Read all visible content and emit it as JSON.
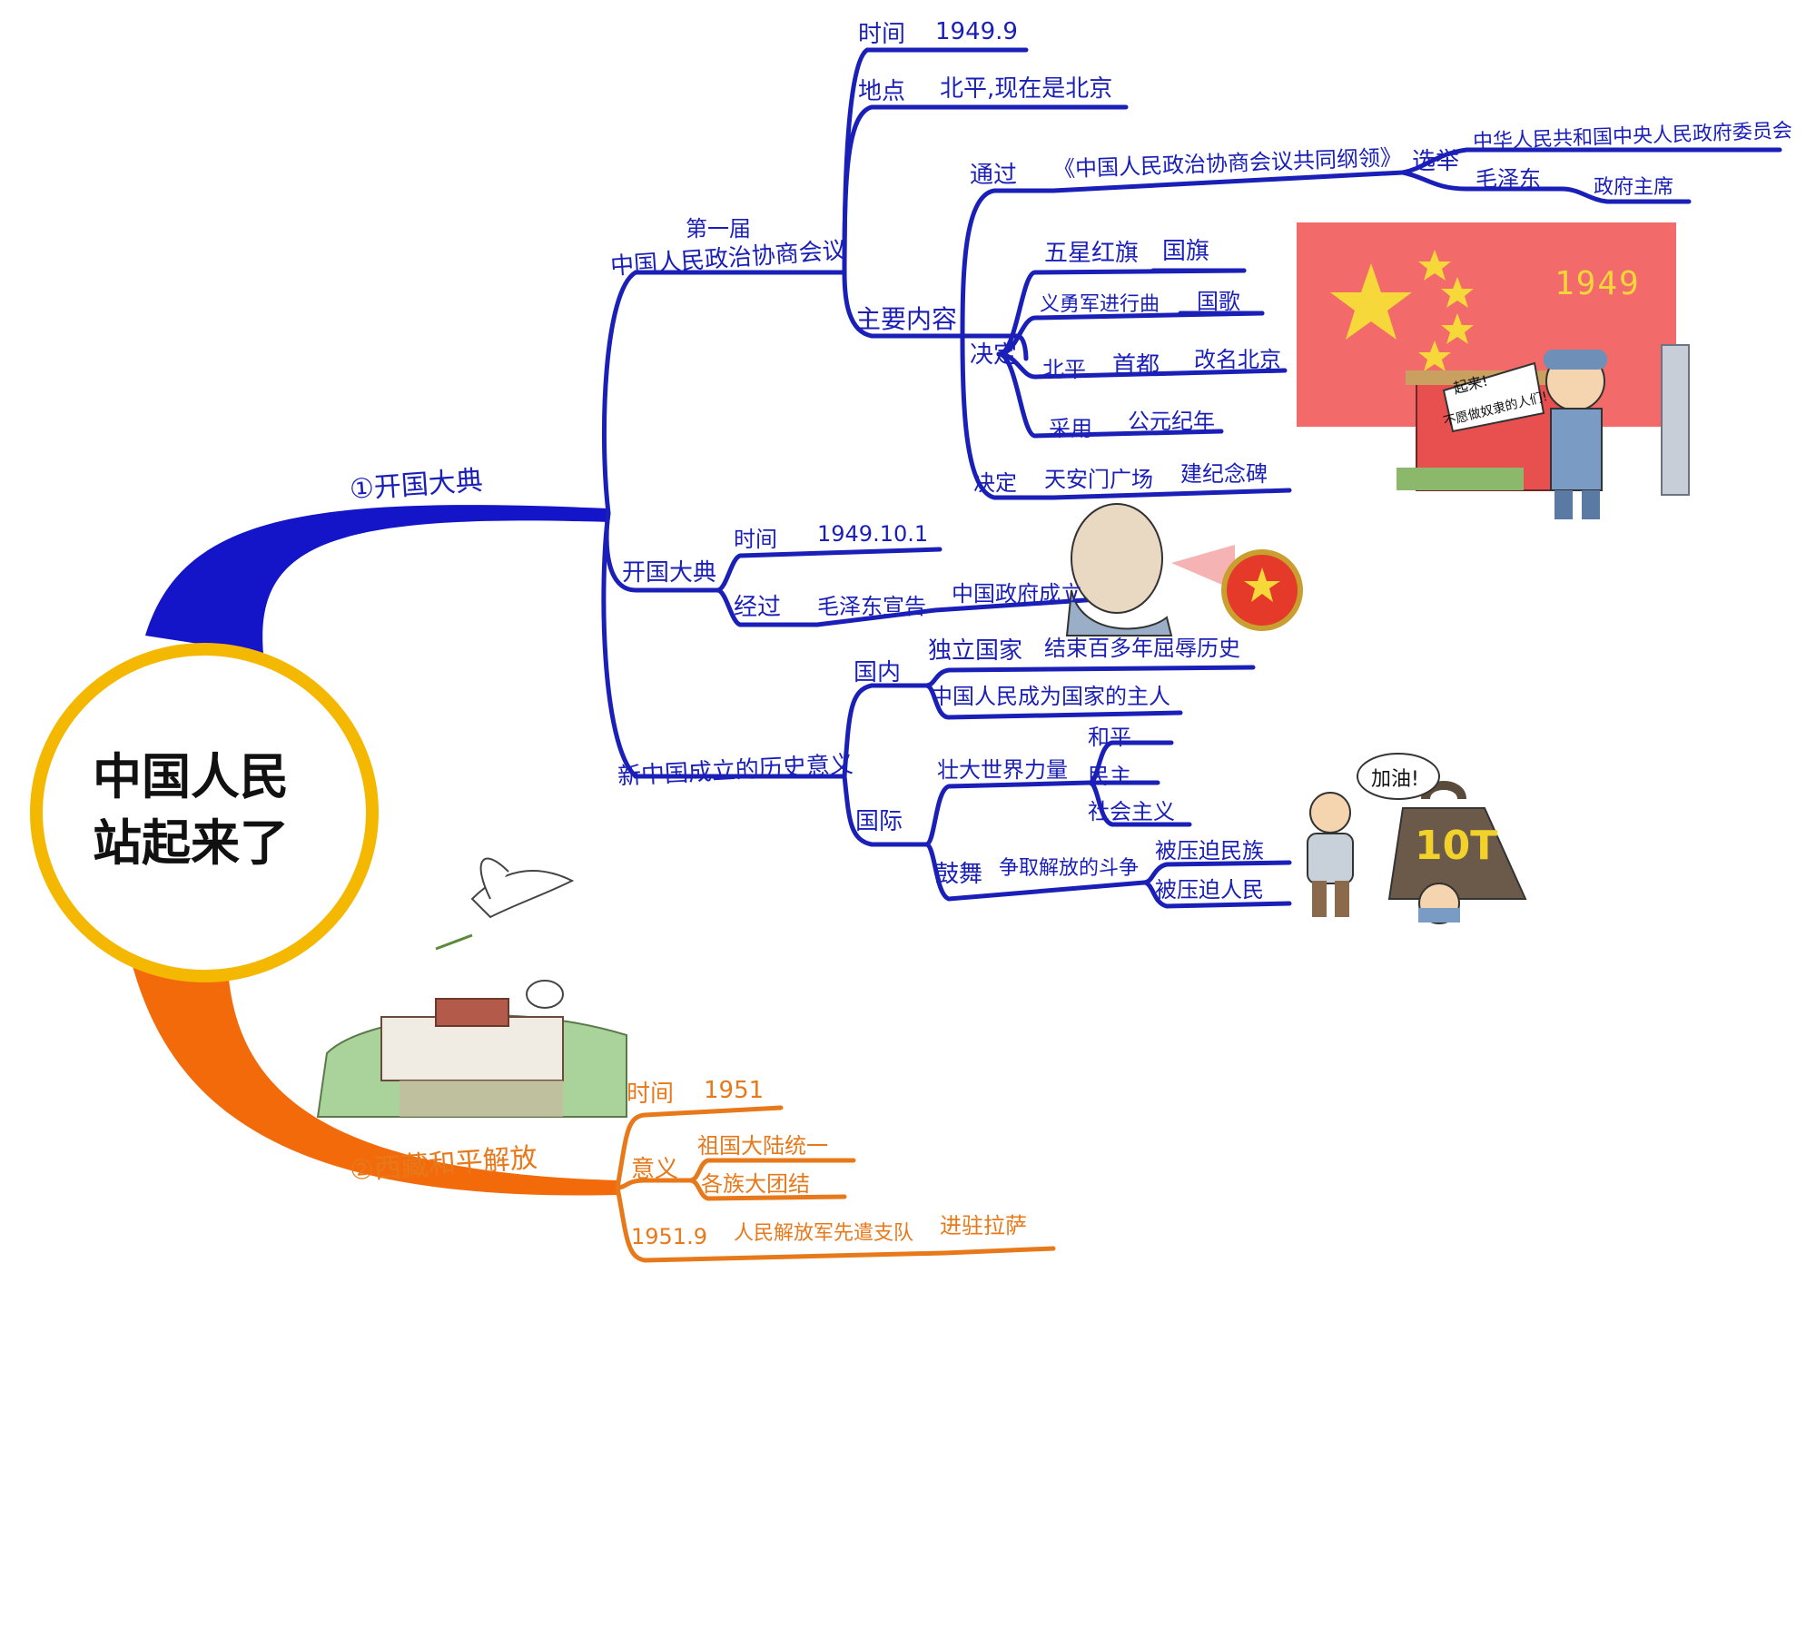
{
  "root": {
    "line1": "中国人民",
    "line2": "站起来了"
  },
  "branch1": {
    "label": "①开国大典",
    "cppcc": {
      "label_line1": "第一届",
      "label_line2": "中国人民政治协商会议",
      "time_key": "时间",
      "time_val": "1949.9",
      "place_key": "地点",
      "place_val": "北平,现在是北京",
      "main_content": "主要内容",
      "pass_key": "通过",
      "pass_val": "《中国人民政治协商会议共同纲领》",
      "elect_key": "选举",
      "elect_a": "中华人民共和国中央人民政府委员会",
      "elect_b": "毛泽东",
      "elect_b2": "政府主席",
      "decide_key": "决定",
      "flag_a": "五星红旗",
      "flag_b": "国旗",
      "anthem_a": "义勇军进行曲",
      "anthem_b": "国歌",
      "capital_a": "北平",
      "capital_b": "首都",
      "capital_c": "改名北京",
      "calendar_a": "采用",
      "calendar_b": "公元纪年",
      "decide2_key": "决定",
      "monument_a": "天安门广场",
      "monument_b": "建纪念碑"
    },
    "ceremony": {
      "label": "开国大典",
      "time_key": "时间",
      "time_val": "1949.10.1",
      "process_key": "经过",
      "process_a": "毛泽东宣告",
      "process_b": "中国政府成立"
    },
    "significance": {
      "label": "新中国成立的历史意义",
      "domestic": "国内",
      "dom_a": "独立国家",
      "dom_a2": "结束百多年屈辱历史",
      "dom_b": "中国人民成为国家的主人",
      "international": "国际",
      "int_a": "壮大世界力量",
      "int_a1": "和平",
      "int_a2": "民主",
      "int_a3": "社会主义",
      "int_b": "鼓舞",
      "int_b2": "争取解放的斗争",
      "int_b3": "被压迫民族",
      "int_b4": "被压迫人民"
    }
  },
  "branch2": {
    "label": "②西藏和平解放",
    "time_key": "时间",
    "time_val": "1951",
    "meaning_key": "意义",
    "meaning_a": "祖国大陆统一",
    "meaning_b": "各族大团结",
    "event_key": "1951.9",
    "event_a": "人民解放军先遣支队",
    "event_b": "进驻拉萨"
  },
  "illustrations": {
    "flag_year": "1949",
    "banner_line1": "起来!",
    "banner_line2": "不愿做奴隶的人们!",
    "bubble": "加油!",
    "weight": "10T"
  },
  "colors": {
    "blue": "#1a1fb8",
    "orange": "#e8791b",
    "root_ring": "#f5b800",
    "flag_red": "#f26a6a",
    "star": "#f6d83a"
  }
}
